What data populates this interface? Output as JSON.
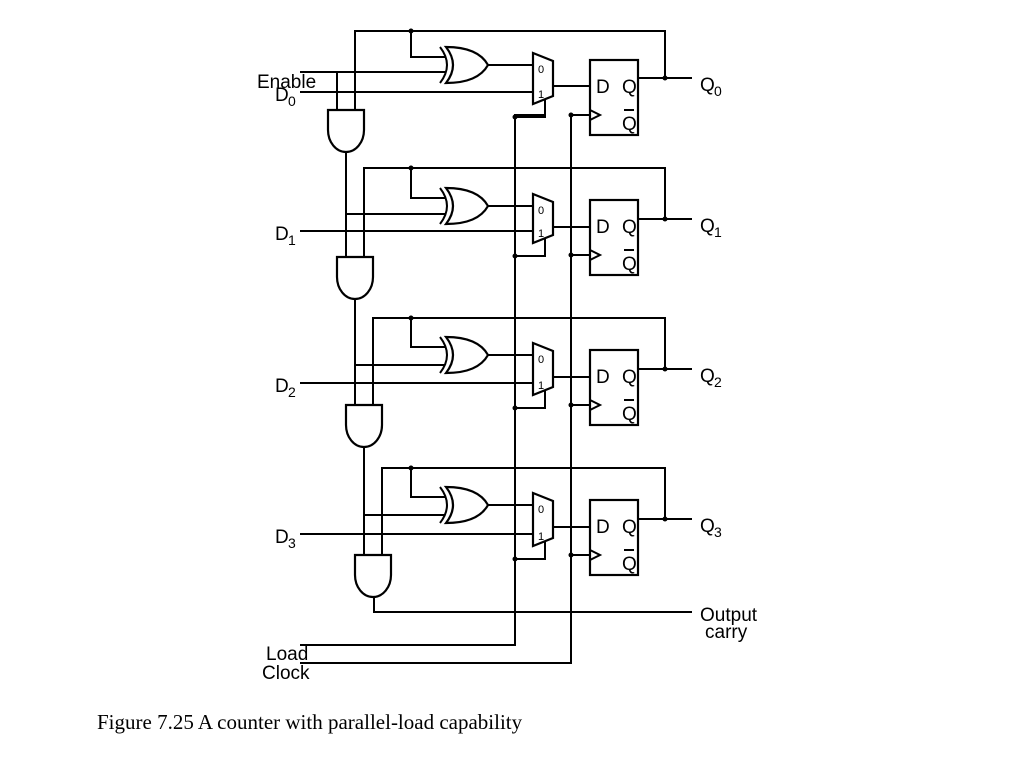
{
  "figure": {
    "caption": "Figure 7.25   A counter with parallel-load capability"
  },
  "inputs": {
    "enable": "Enable",
    "load": "Load",
    "clock": "Clock"
  },
  "stages": [
    {
      "d_main": "D",
      "d_sub": "0",
      "q_main": "Q",
      "q_sub": "0"
    },
    {
      "d_main": "D",
      "d_sub": "1",
      "q_main": "Q",
      "q_sub": "1"
    },
    {
      "d_main": "D",
      "d_sub": "2",
      "q_main": "Q",
      "q_sub": "2"
    },
    {
      "d_main": "D",
      "d_sub": "3",
      "q_main": "Q",
      "q_sub": "3"
    }
  ],
  "flipflop": {
    "d_label": "D",
    "q_label": "Q",
    "qbar_label": "Q"
  },
  "mux": {
    "in0_label": "0",
    "in1_label": "1"
  },
  "output": {
    "line1": "Output",
    "line2": "carry"
  }
}
